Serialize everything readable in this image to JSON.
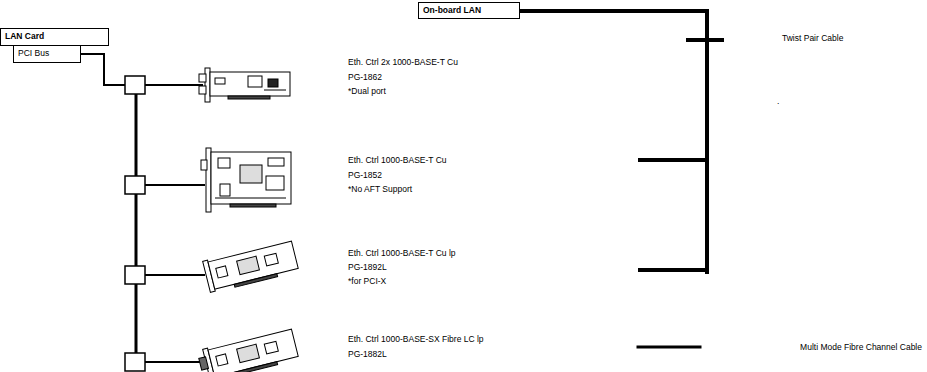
{
  "diagram": {
    "nodes": [
      {
        "text": [
          "LAN Card"
        ]
      },
      {
        "text": [
          "PCI Bus"
        ]
      },
      {
        "text": [
          "On-board LAN"
        ]
      }
    ],
    "labels": [
      "Eth. Ctrl 2x 1000-BASE-T Cu",
      "PG-1862",
      "*Dual port",
      "Eth. Ctrl 1000-BASE-T Cu",
      "PG-1852",
      "*No AFT Support",
      "Eth. Ctrl 1000-BASE-T Cu lp",
      "PG-1892L",
      "*for PCI-X",
      "Eth. Ctrl 1000-BASE-SX Fibre LC lp",
      "PG-1882L",
      "Twist Pair Cable",
      "Multi Mode Fibre Channel Cable",
      "."
    ]
  }
}
